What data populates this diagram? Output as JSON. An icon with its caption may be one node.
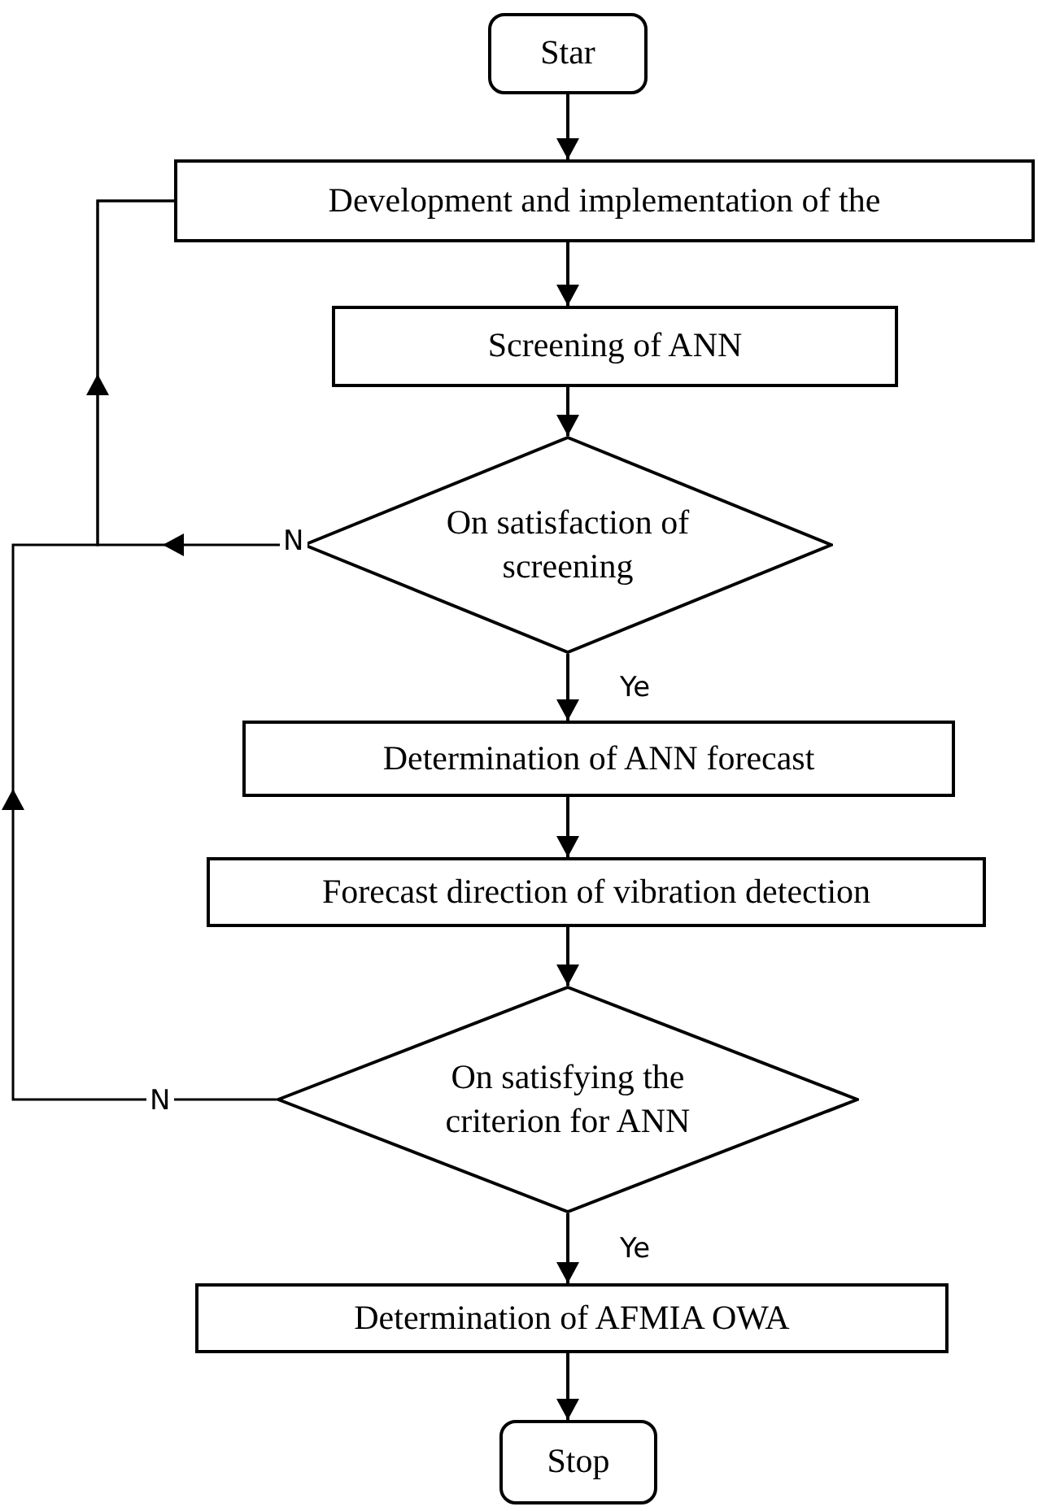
{
  "diagram": {
    "nodes": [
      {
        "text": [
          "Star"
        ]
      },
      {
        "text": [
          "Development and implementation of the"
        ]
      },
      {
        "text": [
          "Screening of ANN"
        ]
      },
      {
        "text": [
          "On satisfaction of screening"
        ]
      },
      {
        "text": [
          "Determination of ANN forecast"
        ]
      },
      {
        "text": [
          "Forecast direction of vibration detection"
        ]
      },
      {
        "text": [
          "On satisfying the criterion for ANN"
        ]
      },
      {
        "text": [
          "Determination of AFMIA OWA"
        ]
      },
      {
        "text": [
          "Stop"
        ]
      }
    ],
    "edges": [
      {
        "from": 0,
        "to": 1,
        "arrow": "to"
      },
      {
        "from": 1,
        "to": 2,
        "arrow": "to"
      },
      {
        "from": 2,
        "to": 3,
        "arrow": "to"
      },
      {
        "from": 3,
        "to": 4,
        "arrow": "to",
        "label": "Ye"
      },
      {
        "from": 4,
        "to": 5,
        "arrow": "to"
      },
      {
        "from": 5,
        "to": 6,
        "arrow": "to"
      },
      {
        "from": 6,
        "to": 7,
        "arrow": "to",
        "label": "Ye"
      },
      {
        "from": 7,
        "to": 8,
        "arrow": "to"
      },
      {
        "from": 3,
        "to": 1,
        "arrow": "to",
        "label": "N"
      },
      {
        "from": 6,
        "to": 1,
        "arrow": "to",
        "label": "N"
      }
    ]
  }
}
